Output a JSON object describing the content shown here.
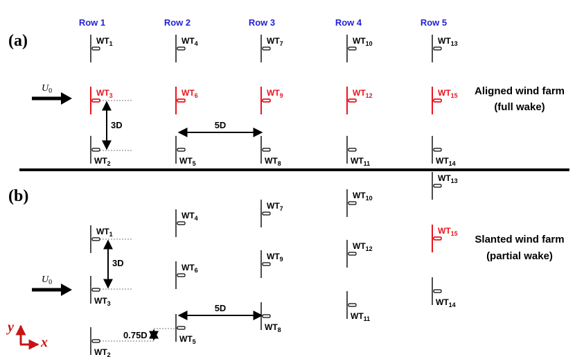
{
  "rows": [
    "Row 1",
    "Row 2",
    "Row 3",
    "Row 4",
    "Row 5"
  ],
  "panels": [
    {
      "id": "a",
      "tag": "(a)",
      "description": [
        "Aligned wind farm",
        "(full wake)"
      ],
      "inflow_label": "U",
      "inflow_sub": "0",
      "spacing_vertical": "3D",
      "spacing_horizontal": "5D",
      "turbines": [
        {
          "name": "WT",
          "sub": "1",
          "row": 1,
          "highlight": false
        },
        {
          "name": "WT",
          "sub": "3",
          "row": 1,
          "highlight": true
        },
        {
          "name": "WT",
          "sub": "2",
          "row": 1,
          "highlight": false
        },
        {
          "name": "WT",
          "sub": "4",
          "row": 2,
          "highlight": false
        },
        {
          "name": "WT",
          "sub": "6",
          "row": 2,
          "highlight": true
        },
        {
          "name": "WT",
          "sub": "5",
          "row": 2,
          "highlight": false
        },
        {
          "name": "WT",
          "sub": "7",
          "row": 3,
          "highlight": false
        },
        {
          "name": "WT",
          "sub": "9",
          "row": 3,
          "highlight": true
        },
        {
          "name": "WT",
          "sub": "8",
          "row": 3,
          "highlight": false
        },
        {
          "name": "WT",
          "sub": "10",
          "row": 4,
          "highlight": false
        },
        {
          "name": "WT",
          "sub": "12",
          "row": 4,
          "highlight": true
        },
        {
          "name": "WT",
          "sub": "11",
          "row": 4,
          "highlight": false
        },
        {
          "name": "WT",
          "sub": "13",
          "row": 5,
          "highlight": false
        },
        {
          "name": "WT",
          "sub": "15",
          "row": 5,
          "highlight": true
        },
        {
          "name": "WT",
          "sub": "14",
          "row": 5,
          "highlight": false
        }
      ]
    },
    {
      "id": "b",
      "tag": "(b)",
      "description": [
        "Slanted wind farm",
        "(partial wake)"
      ],
      "inflow_label": "U",
      "inflow_sub": "0",
      "spacing_vertical": "3D",
      "spacing_horizontal": "5D",
      "spacing_offset": "0.75D",
      "turbines": [
        {
          "name": "WT",
          "sub": "1",
          "row": 1,
          "highlight": false
        },
        {
          "name": "WT",
          "sub": "3",
          "row": 1,
          "highlight": false
        },
        {
          "name": "WT",
          "sub": "2",
          "row": 1,
          "highlight": false
        },
        {
          "name": "WT",
          "sub": "4",
          "row": 2,
          "highlight": false
        },
        {
          "name": "WT",
          "sub": "6",
          "row": 2,
          "highlight": false
        },
        {
          "name": "WT",
          "sub": "5",
          "row": 2,
          "highlight": false
        },
        {
          "name": "WT",
          "sub": "7",
          "row": 3,
          "highlight": false
        },
        {
          "name": "WT",
          "sub": "9",
          "row": 3,
          "highlight": false
        },
        {
          "name": "WT",
          "sub": "8",
          "row": 3,
          "highlight": false
        },
        {
          "name": "WT",
          "sub": "10",
          "row": 4,
          "highlight": false
        },
        {
          "name": "WT",
          "sub": "12",
          "row": 4,
          "highlight": false
        },
        {
          "name": "WT",
          "sub": "11",
          "row": 4,
          "highlight": false
        },
        {
          "name": "WT",
          "sub": "13",
          "row": 5,
          "highlight": false
        },
        {
          "name": "WT",
          "sub": "15",
          "row": 5,
          "highlight": true
        },
        {
          "name": "WT",
          "sub": "14",
          "row": 5,
          "highlight": false
        }
      ]
    }
  ],
  "axes": {
    "y": "y",
    "x": "x"
  },
  "colors": {
    "row_label": "#2323d6",
    "highlight": "#e8141e",
    "axis_arrow": "#c81414",
    "ink": "#000000"
  }
}
